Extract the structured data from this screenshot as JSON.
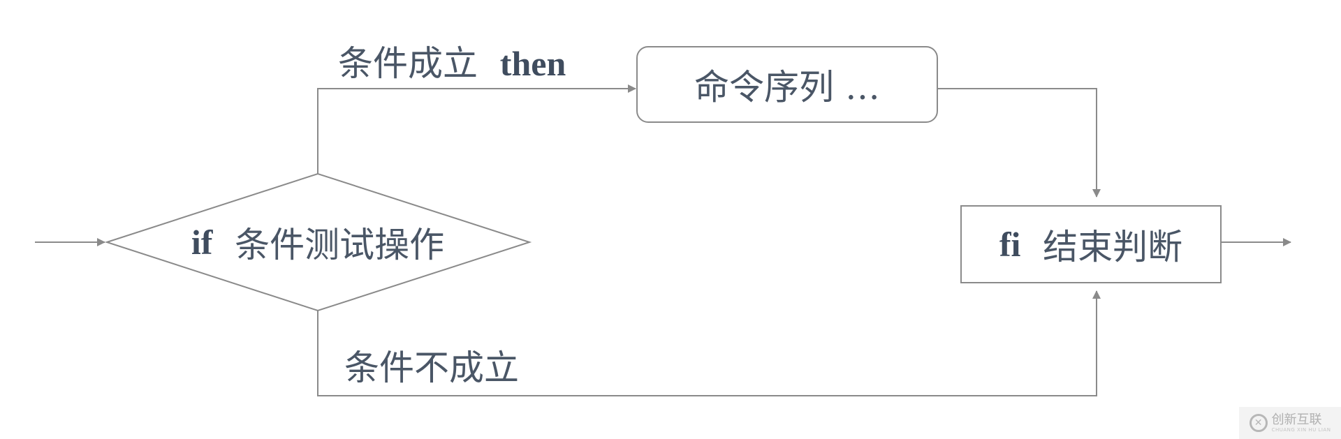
{
  "nodes": {
    "condition": {
      "keyword": "if",
      "text": "条件测试操作"
    },
    "commands": {
      "text": "命令序列 …"
    },
    "end": {
      "keyword": "fi",
      "text": "结束判断"
    }
  },
  "edges": {
    "then_label": {
      "text": "条件成立",
      "keyword": "then"
    },
    "else_label": {
      "text": "条件不成立"
    }
  },
  "colors": {
    "line": "#8a8a8a",
    "text": "#4a5666",
    "keyword": "#3f4c5e"
  },
  "watermark": {
    "text": "创新互联",
    "subtext": "CHUANG XIN HU LIAN"
  }
}
